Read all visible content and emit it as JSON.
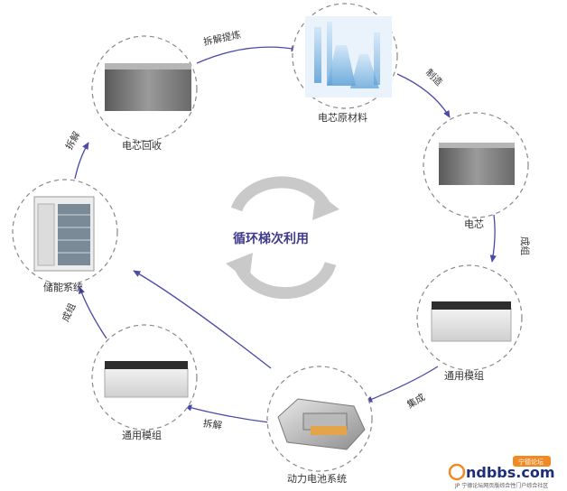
{
  "center": {
    "title": "循环梯次利用"
  },
  "nodes": {
    "cell_recycle": "电芯回收",
    "raw_materials": "电芯原材料",
    "cell": "电芯",
    "module_right": "通用模组",
    "power_battery": "动力电池系统",
    "module_left": "通用模组",
    "storage": "储能系统"
  },
  "edges": {
    "dismantle_extract": "拆解提炼",
    "manufacture": "制造",
    "assemble_right": "成组",
    "integrate": "集成",
    "dismantle_bottom": "拆解",
    "assemble_left": "成组",
    "dismantle_left": "拆解"
  },
  "watermark": {
    "badge": "宁德论坛",
    "logo": "ndbbs.com",
    "tagline": "JP 宁德论坛网页版综合性门户综合社区"
  },
  "colors": {
    "arrow": "#4a4aa8",
    "circle_border": "#888888",
    "center_text": "#3e3a8c",
    "watermark_orange": "#f08a24"
  }
}
